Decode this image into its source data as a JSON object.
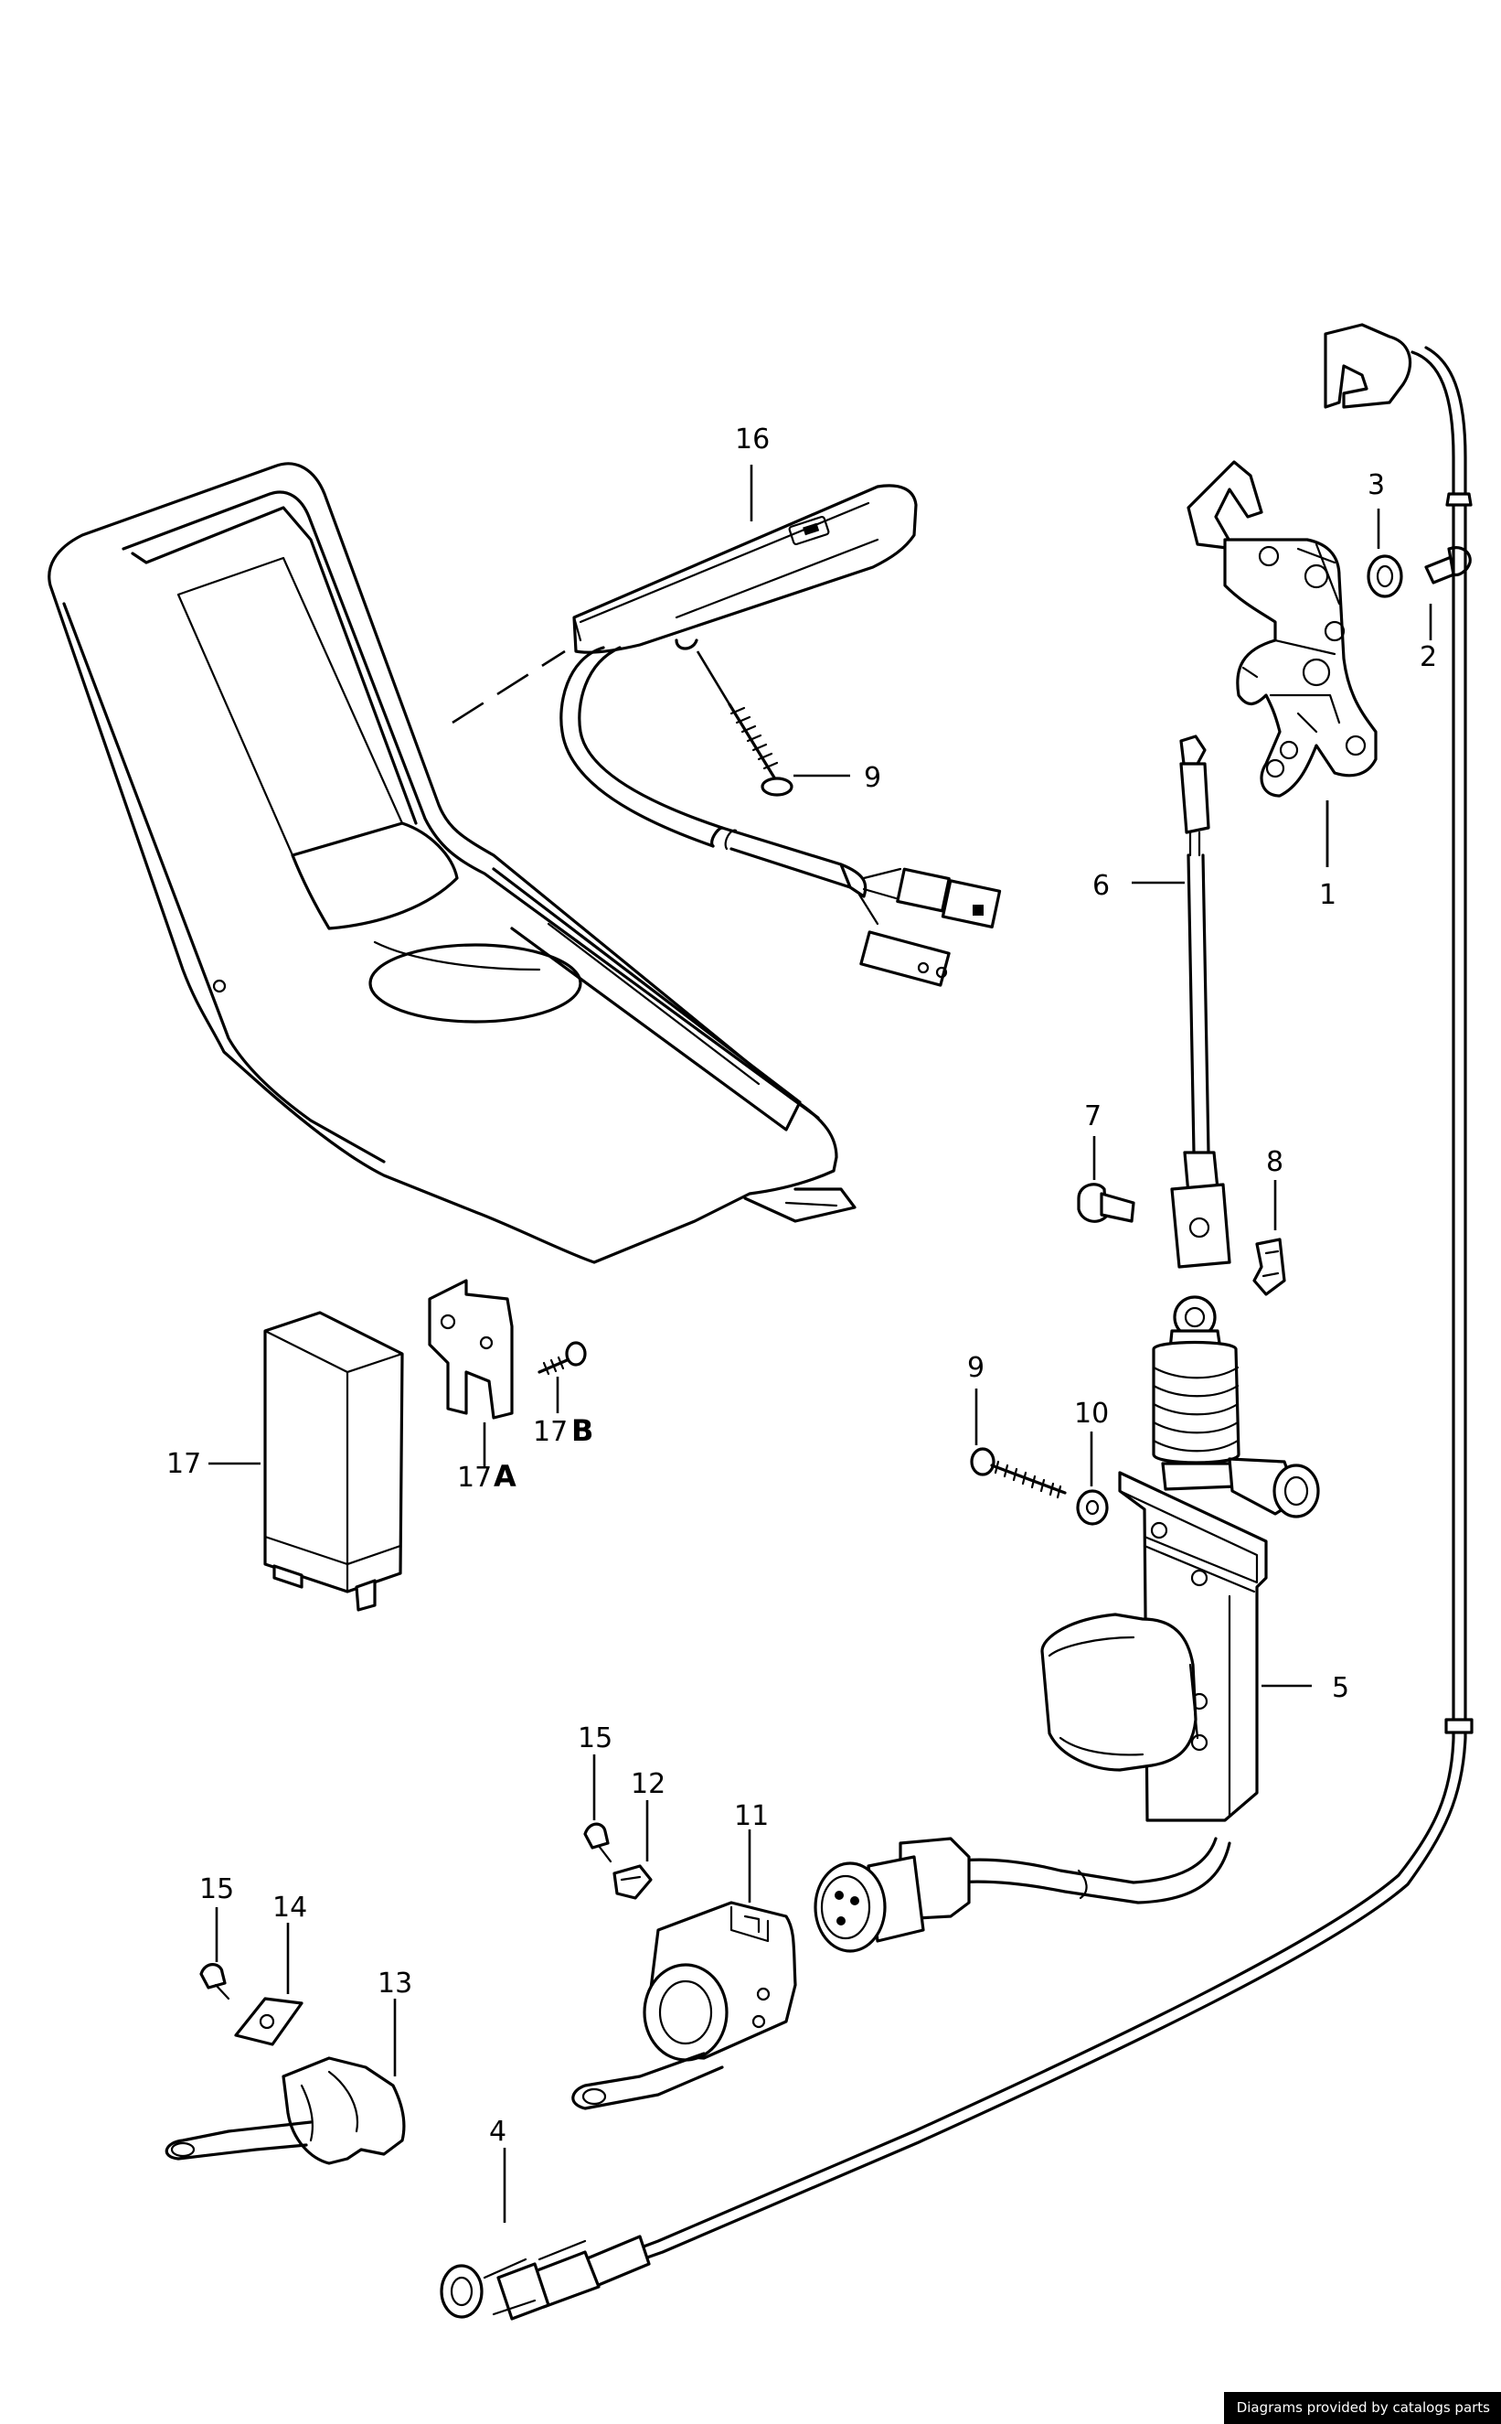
{
  "callouts": {
    "c1": "1",
    "c2": "2",
    "c3": "3",
    "c4": "4",
    "c5": "5",
    "c6": "6",
    "c7": "7",
    "c8": "8",
    "c9a": "9",
    "c9b": "9",
    "c10": "10",
    "c11": "11",
    "c12": "12",
    "c13": "13",
    "c14": "14",
    "c15a": "15",
    "c15b": "15",
    "c16": "16",
    "c17": "17",
    "c17a_num": "17",
    "c17a_letter": "A",
    "c17b_num": "17",
    "c17b_letter": "B"
  },
  "footer": {
    "credit": "Diagrams provided by catalogs parts"
  },
  "colors": {
    "line": "#000000",
    "background": "#ffffff",
    "credit_bg": "#000000",
    "credit_text": "#ffffff"
  }
}
